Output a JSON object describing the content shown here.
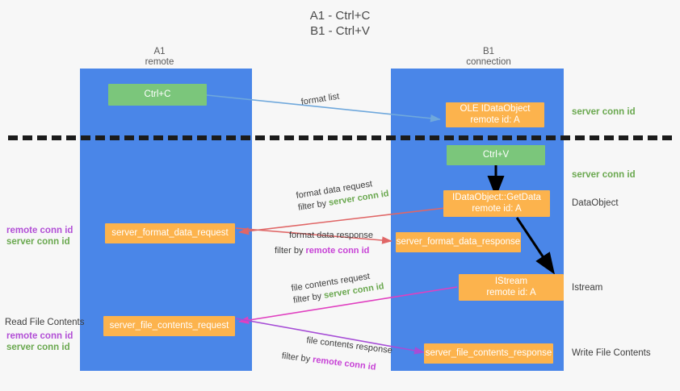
{
  "title": {
    "line1": "A1 - Ctrl+C",
    "line2": "B1 - Ctrl+V"
  },
  "columns": [
    {
      "name": "A1",
      "sub": "remote"
    },
    {
      "name": "B1",
      "sub": "connection"
    }
  ],
  "nodes": {
    "ctrl_c": {
      "label": "Ctrl+C"
    },
    "ctrl_v": {
      "label": "Ctrl+V"
    },
    "ole_dataobject": {
      "line1": "OLE IDataObject",
      "line2": "remote id: A"
    },
    "getdata": {
      "line1": "IDataObject::GetData",
      "line2": "remote id: A"
    },
    "istream": {
      "line1": "IStream",
      "line2": "remote id: A"
    },
    "fmt_req": {
      "label": "server_format_data_request"
    },
    "fmt_resp": {
      "label": "server_format_data_response"
    },
    "file_req": {
      "label": "server_file_contents_request"
    },
    "file_resp": {
      "label": "server_file_contents_response"
    }
  },
  "edges": {
    "format_list": {
      "label": "format list"
    },
    "format_data_request": {
      "label": "format data request",
      "filter_prefix": "filter by ",
      "filter_key": "server conn id"
    },
    "format_data_response": {
      "label": "format data response",
      "filter_prefix": "filter by ",
      "filter_key": "remote conn id"
    },
    "file_contents_request": {
      "label": "file contents request",
      "filter_prefix": "filter by ",
      "filter_key": "server conn id"
    },
    "file_contents_response": {
      "label": "file contents response",
      "filter_prefix": "filter by ",
      "filter_key": "remote conn id"
    }
  },
  "right_annotations": [
    {
      "text": "server conn id",
      "kind": "green"
    },
    {
      "text": "server conn id",
      "kind": "green"
    }
  ],
  "right_captions": [
    {
      "text": "DataObject"
    },
    {
      "text": "Istream"
    },
    {
      "text": "Write File Contents"
    }
  ],
  "left_annotations": {
    "group1": {
      "remote": "remote conn id",
      "server": "server conn id"
    },
    "group2": {
      "heading": "Read File Contents",
      "remote": "remote conn id",
      "server": "server conn id"
    }
  },
  "colors": {
    "lane": "#4a86e8",
    "green_node": "#7bc67b",
    "orange_node": "#fcb34d",
    "green_text": "#6aa84f",
    "purple_text": "#c742d6",
    "divider": "#1b1b1b",
    "arrow_blue": "#6fa8dc",
    "arrow_red": "#e06666",
    "arrow_magenta": "#e040c0",
    "arrow_purple": "#a64dd6",
    "arrow_black": "#000000",
    "background": "#f7f7f7"
  }
}
